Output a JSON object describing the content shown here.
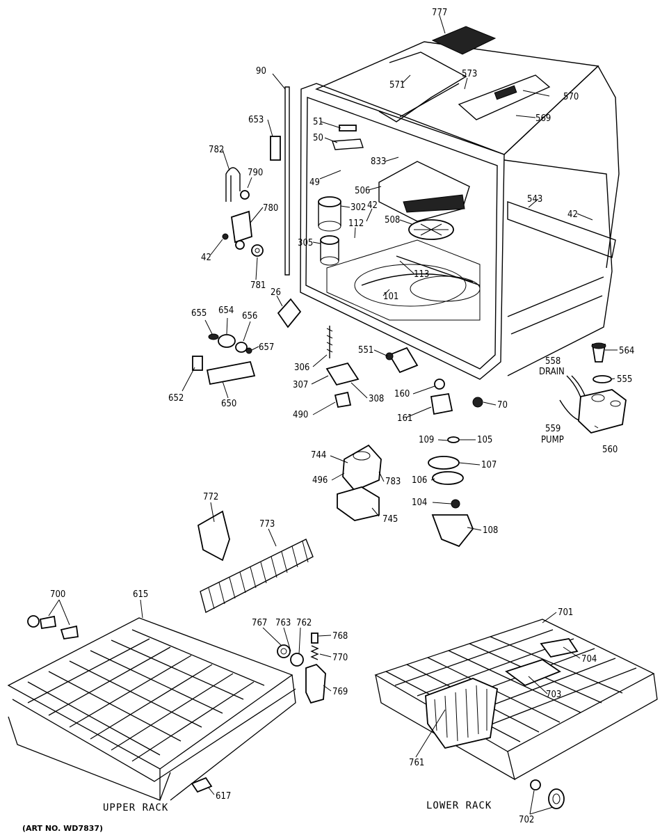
{
  "diagram": {
    "art_number": "(ART NO. WD7837)",
    "captions": {
      "upper_rack": "UPPER RACK",
      "lower_rack": "LOWER RACK"
    },
    "callouts": {
      "p777": "777",
      "p571": "571",
      "p573": "573",
      "p570": "570",
      "p569": "569",
      "p90": "90",
      "p653": "653",
      "p782": "782",
      "p790": "790",
      "p780": "780",
      "p42a": "42",
      "p781": "781",
      "p51": "51",
      "p50": "50",
      "p833": "833",
      "p49": "49",
      "p506": "506",
      "p302": "302",
      "p42b": "42",
      "p112": "112",
      "p508": "508",
      "p305": "305",
      "p113": "113",
      "p101": "101",
      "p543": "543",
      "p42c": "42",
      "p26": "26",
      "p655": "655",
      "p654": "654",
      "p656": "656",
      "p657": "657",
      "p652": "652",
      "p650": "650",
      "p306": "306",
      "p551": "551",
      "p307": "307",
      "p308": "308",
      "p490": "490",
      "p160": "160",
      "p161": "161",
      "p70": "70",
      "p564": "564",
      "p558": "558",
      "p558_note": "DRAIN",
      "p555": "555",
      "p559": "559",
      "p559_note": "PUMP",
      "p560": "560",
      "p109": "109",
      "p105": "105",
      "p107": "107",
      "p106": "106",
      "p104": "104",
      "p108": "108",
      "p744": "744",
      "p496": "496",
      "p783": "783",
      "p745": "745",
      "p772": "772",
      "p773": "773",
      "p700": "700",
      "p615": "615",
      "p767": "767",
      "p763": "763",
      "p762": "762",
      "p768": "768",
      "p770": "770",
      "p769": "769",
      "p617": "617",
      "p701": "701",
      "p704": "704",
      "p703": "703",
      "p761": "761",
      "p702": "702"
    }
  }
}
